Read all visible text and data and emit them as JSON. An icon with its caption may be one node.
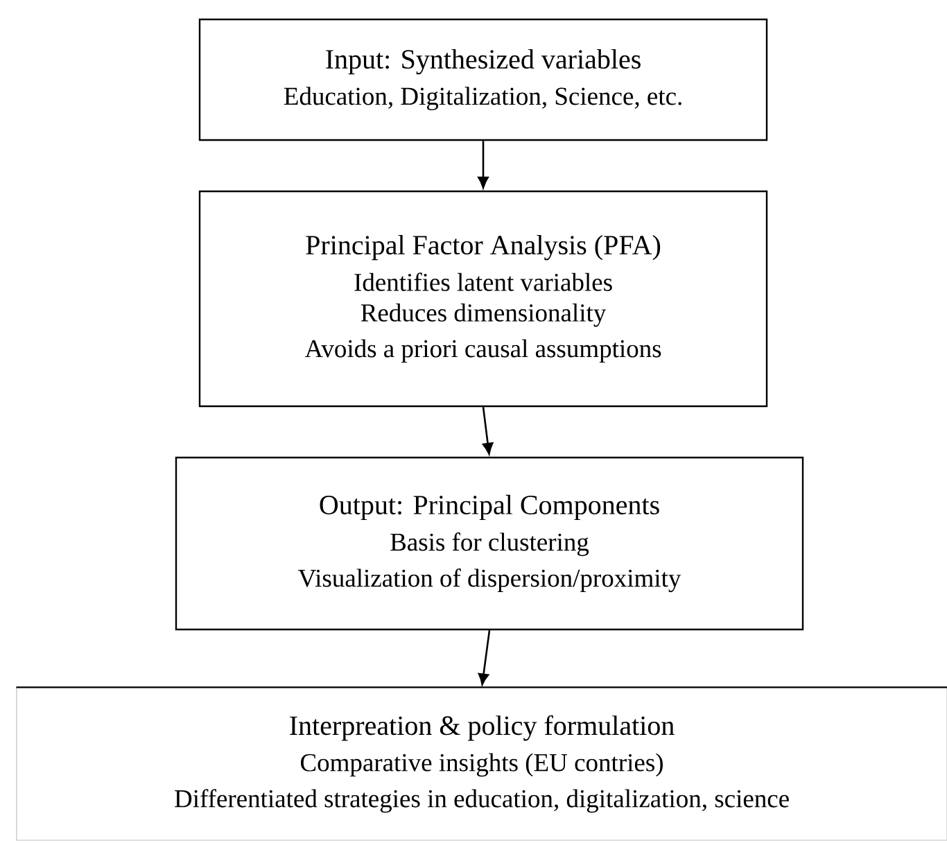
{
  "diagram": {
    "nodes": [
      {
        "text": [
          "Input: Synthesized variables",
          "Education, Digitalization, Science, etc."
        ]
      },
      {
        "text": [
          "Principal Factor Analysis (PFA)",
          "Identifies latent variables",
          "Reduces dimensionality",
          "Avoids a priori causal assumptions"
        ]
      },
      {
        "text": [
          "Output: Principal Components",
          "Basis for clustering",
          "Visualization of dispersion/proximity"
        ]
      },
      {
        "text": [
          "Interpreation & policy formulation",
          "Comparative insights (EU contries)",
          "Differentiated strategies in education, digitalization, science"
        ]
      }
    ],
    "edges": [
      {
        "from": 0,
        "to": 1,
        "arrow": "to"
      },
      {
        "from": 1,
        "to": 2,
        "arrow": "to"
      },
      {
        "from": 2,
        "to": 3,
        "arrow": "to"
      }
    ]
  }
}
